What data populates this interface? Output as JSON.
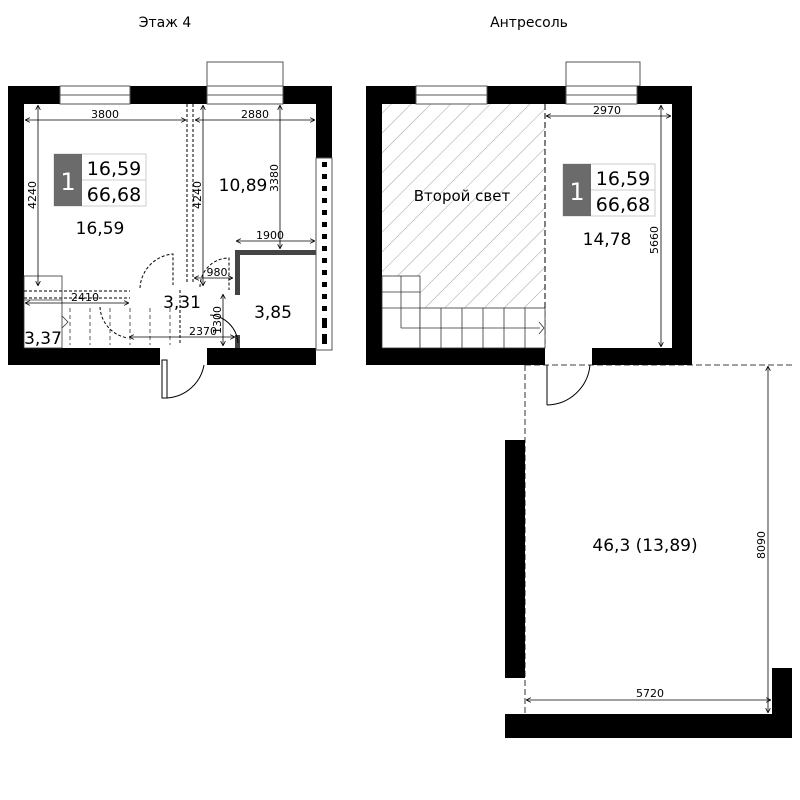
{
  "floor4": {
    "title": "Этаж 4",
    "badge": {
      "rooms": "1",
      "living_area": "16,59",
      "total_area": "66,68"
    },
    "rooms": {
      "living": "16,59",
      "room2": "10,89",
      "hall": "3,31",
      "bath": "3,85",
      "stairs": "3,37"
    },
    "dims": {
      "w1": "3800",
      "w2": "2880",
      "h1": "4240",
      "h2": "4240",
      "h3": "3380",
      "d1900": "1900",
      "d980": "980",
      "d2410": "2410",
      "d2370": "2370",
      "d1300": "1300"
    }
  },
  "mezzanine": {
    "title": "Антресоль",
    "void_label": "Второй свет",
    "badge": {
      "rooms": "1",
      "living_area": "16,59",
      "total_area": "66,68"
    },
    "room": "14,78",
    "dims": {
      "w": "2970",
      "h": "5660"
    }
  },
  "terrace": {
    "area": "46,3 (13,89)",
    "dims": {
      "w": "5720",
      "h": "8090"
    }
  },
  "colors": {
    "wall": "#000000",
    "badge": "#6b6b6b"
  }
}
